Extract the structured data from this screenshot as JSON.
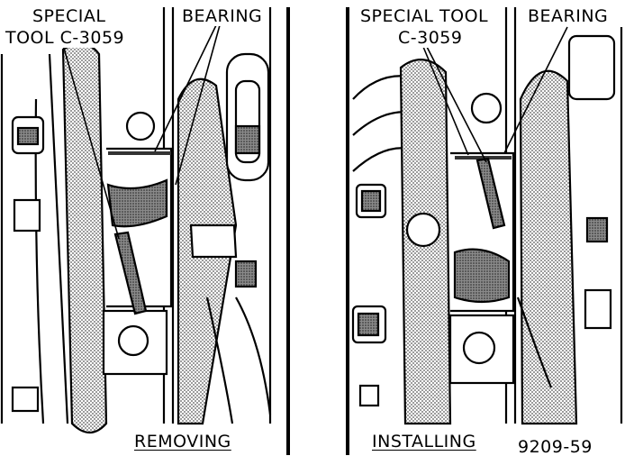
{
  "left_panel": {
    "tool_label_line1": "SPECIAL",
    "tool_label_line2": "TOOL C-3059",
    "bearing_label": "BEARING",
    "caption": "REMOVING"
  },
  "right_panel": {
    "tool_label_line1": "SPECIAL TOOL",
    "tool_label_line2": "C-3059",
    "bearing_label": "BEARING",
    "caption": "INSTALLING"
  },
  "figure_number": "9209-59",
  "colors": {
    "ink": "#000000",
    "stipple": "#6e6e6e",
    "paper": "#ffffff"
  }
}
